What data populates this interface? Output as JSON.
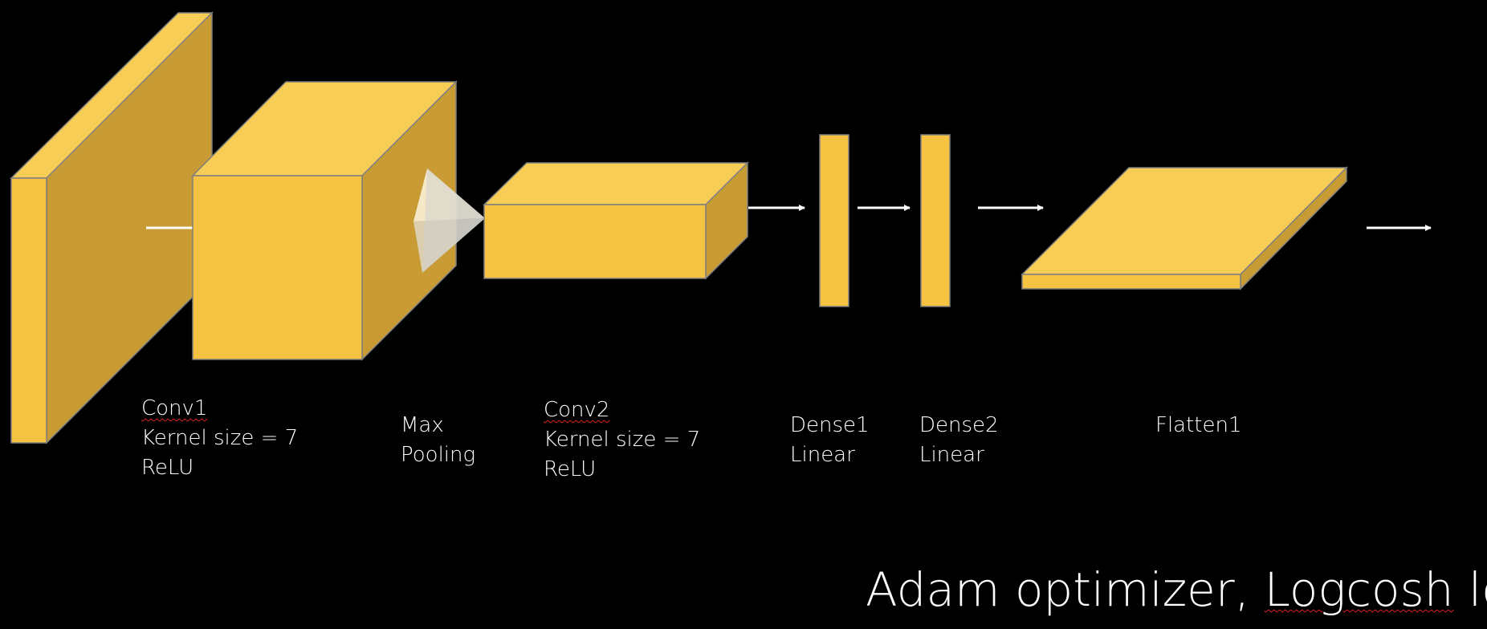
{
  "colors": {
    "background": "#000000",
    "front_face": "#f5c242",
    "top_face": "#f8cd55",
    "side_face": "#c99b35",
    "outline": "#7f7f7f",
    "arrow": "#ffffff",
    "text": "#ffffff",
    "spellcheck": "#e02020"
  },
  "layers": [
    {
      "name": "Conv1",
      "lines": [
        "Kernel size = 7",
        "ReLU"
      ]
    },
    {
      "name": "Max",
      "lines": [
        "Pooling"
      ]
    },
    {
      "name": "Conv2",
      "lines": [
        "Kernel size = 7",
        "ReLU"
      ]
    },
    {
      "name": "Dense1",
      "lines": [
        "Linear"
      ]
    },
    {
      "name": "Dense2",
      "lines": [
        "Linear"
      ]
    },
    {
      "name": "Flatten1",
      "lines": []
    }
  ],
  "caption": {
    "prefix": "Adam optimizer, ",
    "flagged": "Logcosh",
    "suffix": " loss"
  }
}
